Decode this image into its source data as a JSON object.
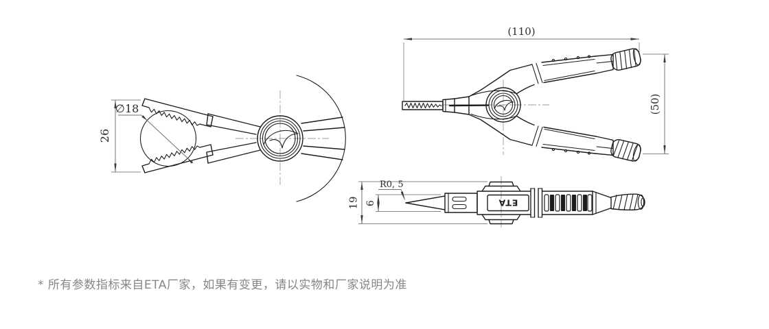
{
  "views": {
    "front": {
      "diameter": "∅18",
      "jaw_opening": "26"
    },
    "top": {
      "overall_length": "(110)",
      "overall_width": "(50)"
    },
    "side": {
      "overall_height": "19",
      "tip_height": "6",
      "tip_radius": "R0, 5",
      "brand": "ETA"
    }
  },
  "footnote": "* 所有参数指标来自ETA厂家，如果有变更，请以实物和厂家说明为准",
  "colors": {
    "geometry": "#1c1c1c",
    "dimension": "#707070",
    "arrow": "#3a3a3a",
    "dim_text": "#2d2d2d",
    "centerline": "#9b9b9b",
    "note": "#868686",
    "background": "#ffffff"
  }
}
